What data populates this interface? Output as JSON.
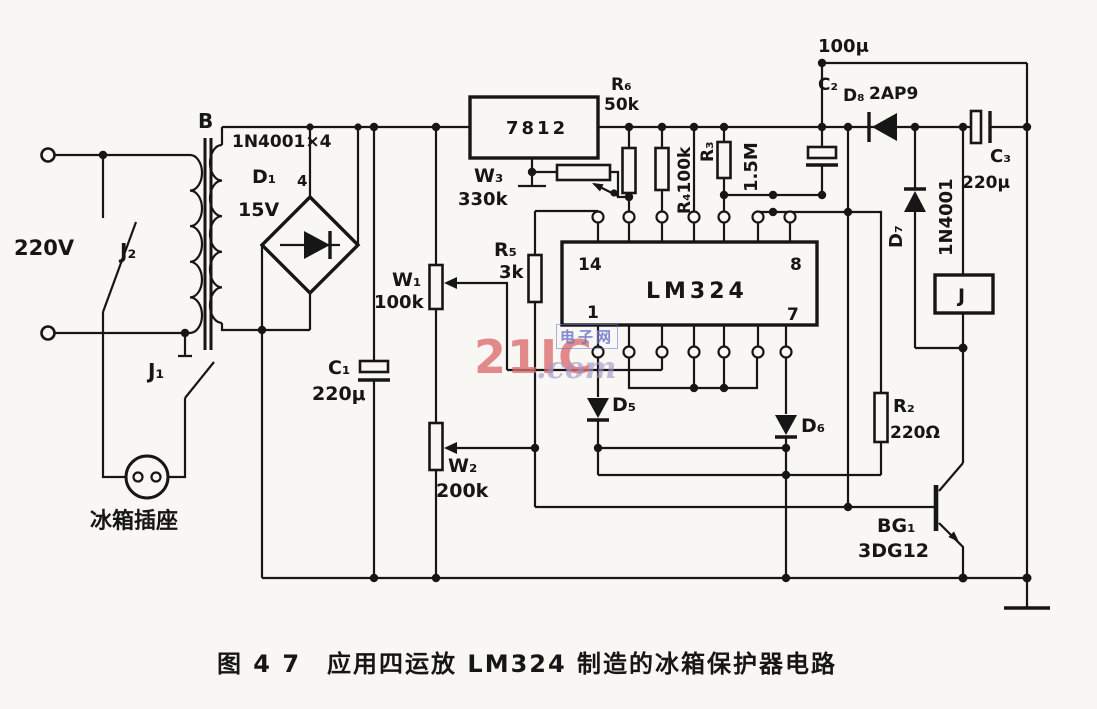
{
  "caption": "图 4 7　应用四运放 LM324 制造的冰箱保护器电路",
  "watermark": {
    "brand": "21IC",
    "suffix": ".com",
    "site_name": "电子网"
  },
  "colors": {
    "ink": "#161616",
    "paper": "#f8f7f3",
    "watermark_red": "#db6c6c",
    "watermark_blue": "#6876c7"
  },
  "labels": {
    "mains_voltage": "220V",
    "relay_contact_2": "J₂",
    "relay_contact_1": "J₁",
    "transformer": "B",
    "secondary_voltage": "15V",
    "bridge_diodes": "1N4001×4",
    "bridge_name": "D₁",
    "bridge_count": "4",
    "socket": "冰箱插座",
    "c1_name": "C₁",
    "c1_value": "220μ",
    "regulator": "7812",
    "w3_name": "W₃",
    "w3_value": "330k",
    "w1_name": "W₁",
    "w1_value": "100k",
    "w2_name": "W₂",
    "w2_value": "200k",
    "r5_name": "R₅",
    "r5_value": "3k",
    "r6_name": "R₆",
    "r6_value": "50k",
    "r4_label": "R₄100k",
    "r3_name": "R₃",
    "r3_value": "1.5M",
    "c2_name": "C₂",
    "c2_value": "100μ",
    "d8_name": "D₈",
    "d8_type": "2AP9",
    "c3_name": "C₃",
    "c3_value": "220μ",
    "d7_name": "D₇",
    "d7_type": "1N4001",
    "relay_coil": "J",
    "ic_name": "LM324",
    "pin_14": "14",
    "pin_8": "8",
    "pin_1": "1",
    "pin_7": "7",
    "d5_name": "D₅",
    "d6_name": "D₆",
    "r2_name": "R₂",
    "r2_value": "220Ω",
    "bg1_name": "BG₁",
    "bg1_type": "3DG12"
  }
}
